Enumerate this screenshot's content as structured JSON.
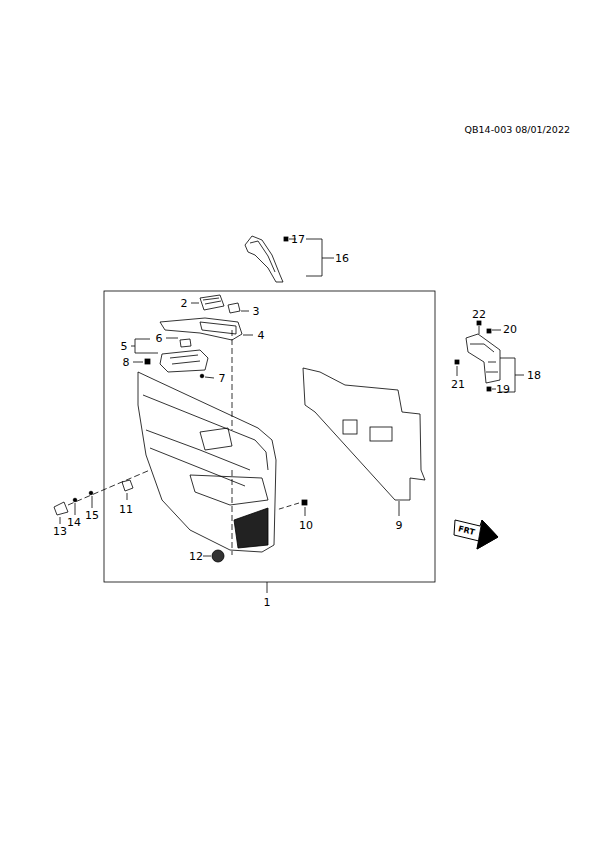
{
  "diagram": {
    "labels": [
      "QB14-003 08/01/2022",
      "17",
      "16",
      "2",
      "3",
      "4",
      "6",
      "5",
      "8",
      "7",
      "22",
      "20",
      "21",
      "19",
      "18",
      "10",
      "9",
      "11",
      "13",
      "14",
      "15",
      "12",
      "1",
      "FRT"
    ]
  }
}
